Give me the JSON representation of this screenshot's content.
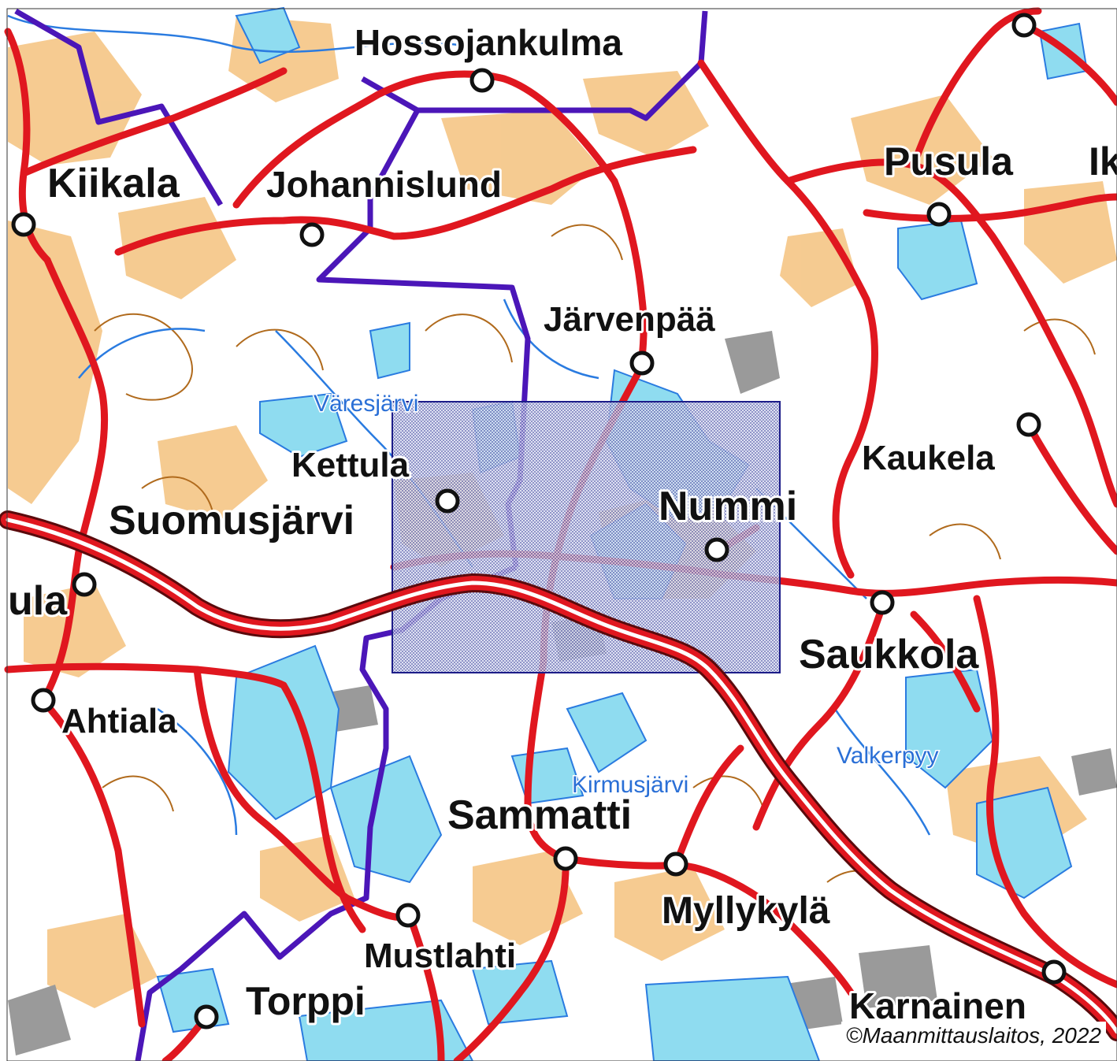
{
  "map": {
    "colors": {
      "background": "#ffffff",
      "water": "#8fdcf0",
      "water_outline": "#2a7be0",
      "field": "#f4c27e",
      "urban": "#9a9a9a",
      "road": "#e0171f",
      "highway_edge": "#5a0a0c",
      "boundary": "#4b16b8",
      "contour": "#b06a1c",
      "highlight_fill": "#9aa3d6",
      "highlight_border": "#1c1c88"
    },
    "places": [
      {
        "name": "Hossojankulma"
      },
      {
        "name": "Kiikala"
      },
      {
        "name": "Johannislund"
      },
      {
        "name": "Pusula"
      },
      {
        "name": "Ik"
      },
      {
        "name": "Järvenpää"
      },
      {
        "name": "Kettula"
      },
      {
        "name": "Kaukela"
      },
      {
        "name": "Suomusjärvi"
      },
      {
        "name": "Nummi"
      },
      {
        "name": "ula"
      },
      {
        "name": "Saukkola"
      },
      {
        "name": "Ahtiala"
      },
      {
        "name": "Sammatti"
      },
      {
        "name": "Myllykylä"
      },
      {
        "name": "Mustlahti"
      },
      {
        "name": "Torppi"
      },
      {
        "name": "Karnainen"
      }
    ],
    "lakes": [
      {
        "name": "Väresjärvi"
      },
      {
        "name": "Kirmusjärvi"
      },
      {
        "name": "Valkerpyy"
      }
    ]
  },
  "copyright": "©Maanmittauslaitos, 2022"
}
